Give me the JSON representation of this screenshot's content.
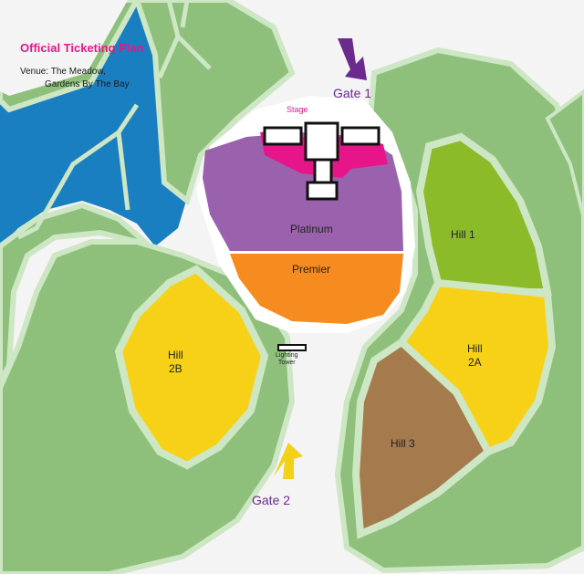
{
  "map": {
    "title": "Official Ticketing Plan",
    "venue_line1": "Venue: The Meadow,",
    "venue_line2": "Gardens By The Bay",
    "stage_label": "Stage",
    "zones": {
      "platinum": "Platinum",
      "premier": "Premier",
      "hill1": "Hill 1",
      "hill2a_1": "Hill",
      "hill2a_2": "2A",
      "hill2b_1": "Hill",
      "hill2b_2": "2B",
      "hill3": "Hill 3"
    },
    "lighting_tower_1": "Lighting",
    "lighting_tower_2": "Tower",
    "gate1": "Gate 1",
    "gate2": "Gate 2",
    "colors": {
      "water": "#1a7fc1",
      "grass": "#8ec07c",
      "grass_light": "#cde6c4",
      "platinum": "#9a62ad",
      "premier": "#f68b1f",
      "hill_yellow": "#f7d117",
      "hill1": "#8cbb2a",
      "hill3": "#a57a4c",
      "stage_pink": "#e6168a",
      "title": "#e6168a",
      "arrow_purple": "#6b2a8e",
      "arrow_yellow": "#f2d119",
      "gate_text": "#6b2a8e"
    }
  }
}
